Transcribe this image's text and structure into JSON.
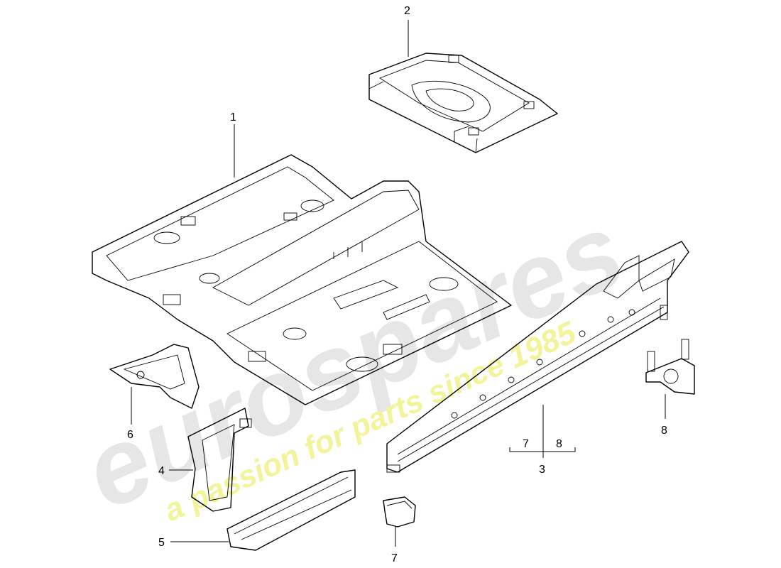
{
  "watermark": {
    "brand": "eurospares",
    "tagline": "a passion for parts since 1985",
    "brand_color": "#e6e6e6",
    "tagline_color": "#f3f39a"
  },
  "callouts": {
    "c1": "1",
    "c2": "2",
    "c3": "3",
    "c4": "4",
    "c5": "5",
    "c6": "6",
    "c7_bottom": "7",
    "c8_right": "8",
    "c7_group": "7",
    "c8_group": "8"
  }
}
